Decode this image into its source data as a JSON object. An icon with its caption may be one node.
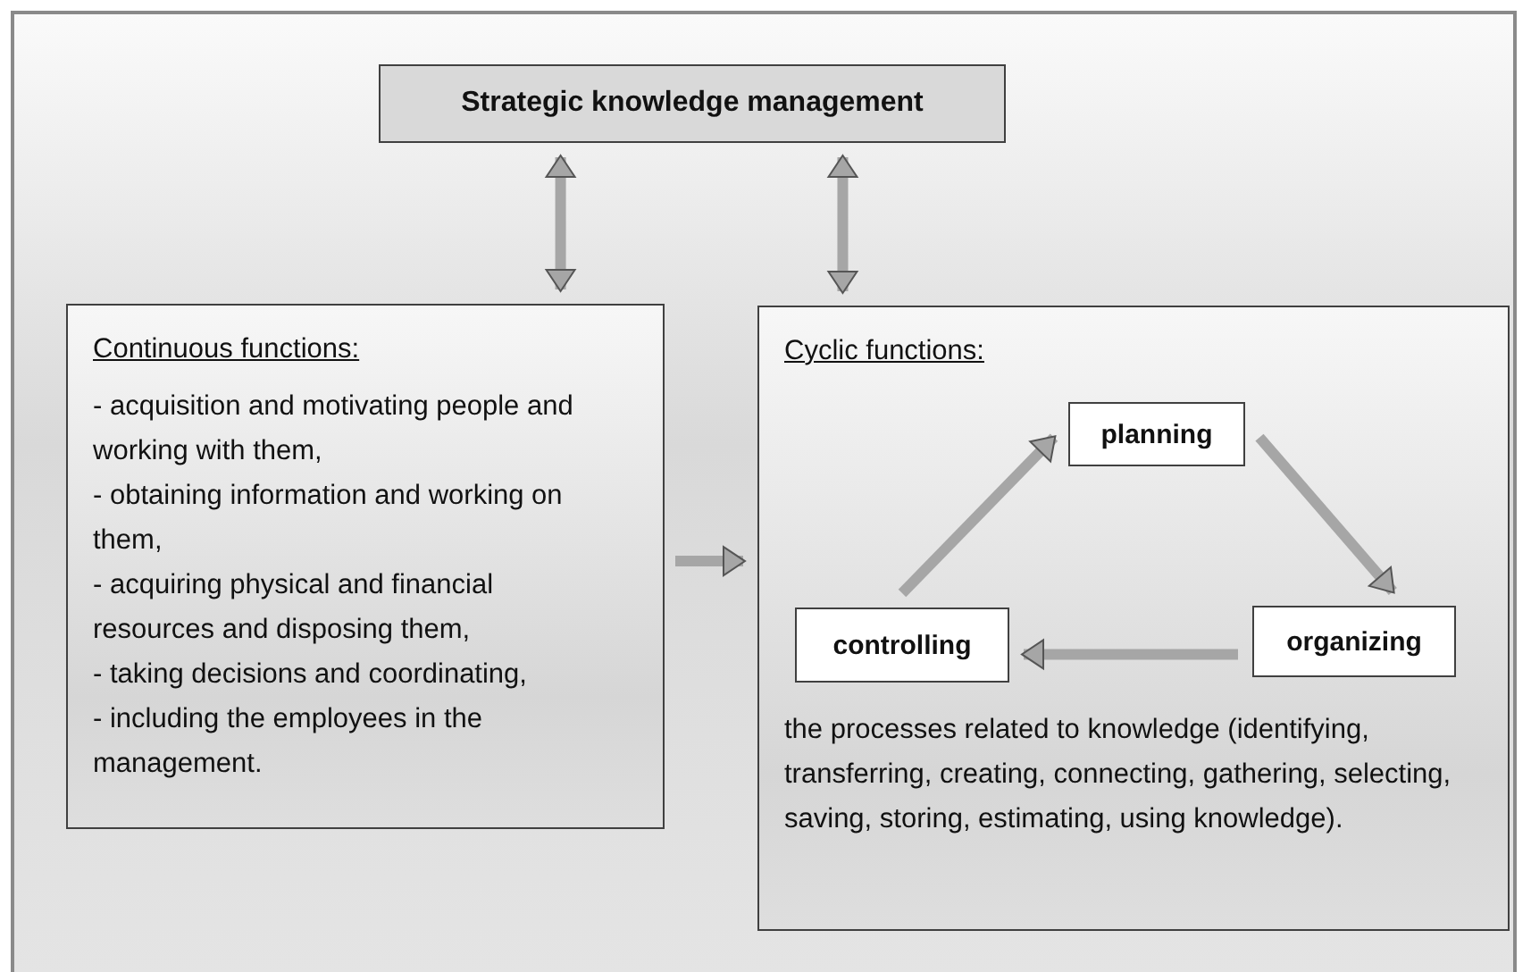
{
  "diagram": {
    "nodes": [
      {
        "text": [
          "Strategic knowledge management"
        ]
      },
      {
        "text": [
          "Continuous functions:",
          "- acquisition and motivating people and working with them,",
          "- obtaining information and working on them,",
          "- acquiring physical and financial resources and disposing them,",
          "- taking decisions and coordinating,",
          "- including the employees in the management."
        ]
      },
      {
        "text": [
          "Cyclic functions:",
          "the processes related to knowledge (identifying, transferring, creating, connecting, gathering, selecting, saving, storing, estimating, using knowledge)."
        ]
      },
      {
        "text": [
          "planning"
        ],
        "in": 2
      },
      {
        "text": [
          "organizing"
        ],
        "in": 2
      },
      {
        "text": [
          "controlling"
        ],
        "in": 2
      }
    ],
    "edges": [
      {
        "from": 0,
        "to": 1,
        "arrow": "both"
      },
      {
        "from": 0,
        "to": 2,
        "arrow": "both"
      },
      {
        "from": 1,
        "to": 2,
        "arrow": "to"
      },
      {
        "from": 5,
        "to": 3,
        "arrow": "to"
      },
      {
        "from": 3,
        "to": 4,
        "arrow": "to"
      },
      {
        "from": 4,
        "to": 5,
        "arrow": "to"
      }
    ]
  }
}
